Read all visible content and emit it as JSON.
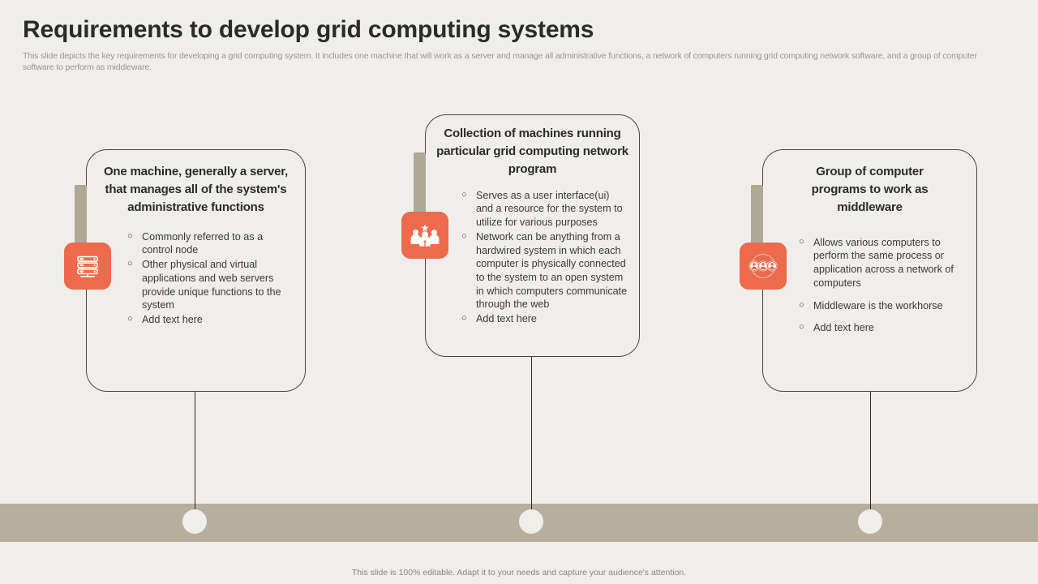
{
  "slide": {
    "title": "Requirements to develop grid computing systems",
    "subtitle": "This slide depicts the key requirements for developing a grid computing system. It includes one machine that will work as a server and manage all administrative functions, a network of computers running grid computing network software, and a group of computer software to perform as middleware.",
    "footer": "This slide is 100% editable. Adapt it to your needs and capture your audience's attention.",
    "colors": {
      "background": "#f0eeea",
      "accent_orange": "#ed6a4d",
      "band_tan": "#b8ae9e",
      "stem_tan": "#b0a794",
      "outline": "#4a453f",
      "title_text": "#2b2b2b",
      "subtitle_text": "#9a958d"
    }
  },
  "cards": [
    {
      "id": "card-one-machine",
      "icon": "server-rack-icon",
      "title": "One machine, generally a server, that manages all of the system's administrative functions",
      "bullets": [
        "Commonly referred to as a control node",
        "Other physical and virtual applications and web servers provide unique functions to the system",
        "Add text here"
      ]
    },
    {
      "id": "card-collection-machines",
      "icon": "team-group-icon",
      "title": "Collection of machines running particular grid computing network program",
      "bullets": [
        "Serves as a user interface(ui) and a resource for the system to utilize for various purposes",
        "Network can be anything from a hardwired system in which each computer is physically connected to the system to an open system in which computers communicate through the web",
        "Add text here"
      ]
    },
    {
      "id": "card-middleware",
      "icon": "people-network-icon",
      "title": "Group of computer programs to work as middleware",
      "bullets": [
        "Allows various computers to perform the same process or application across a network of computers",
        "Middleware is the workhorse",
        "Add text here"
      ]
    }
  ],
  "bullet_marker": "○"
}
